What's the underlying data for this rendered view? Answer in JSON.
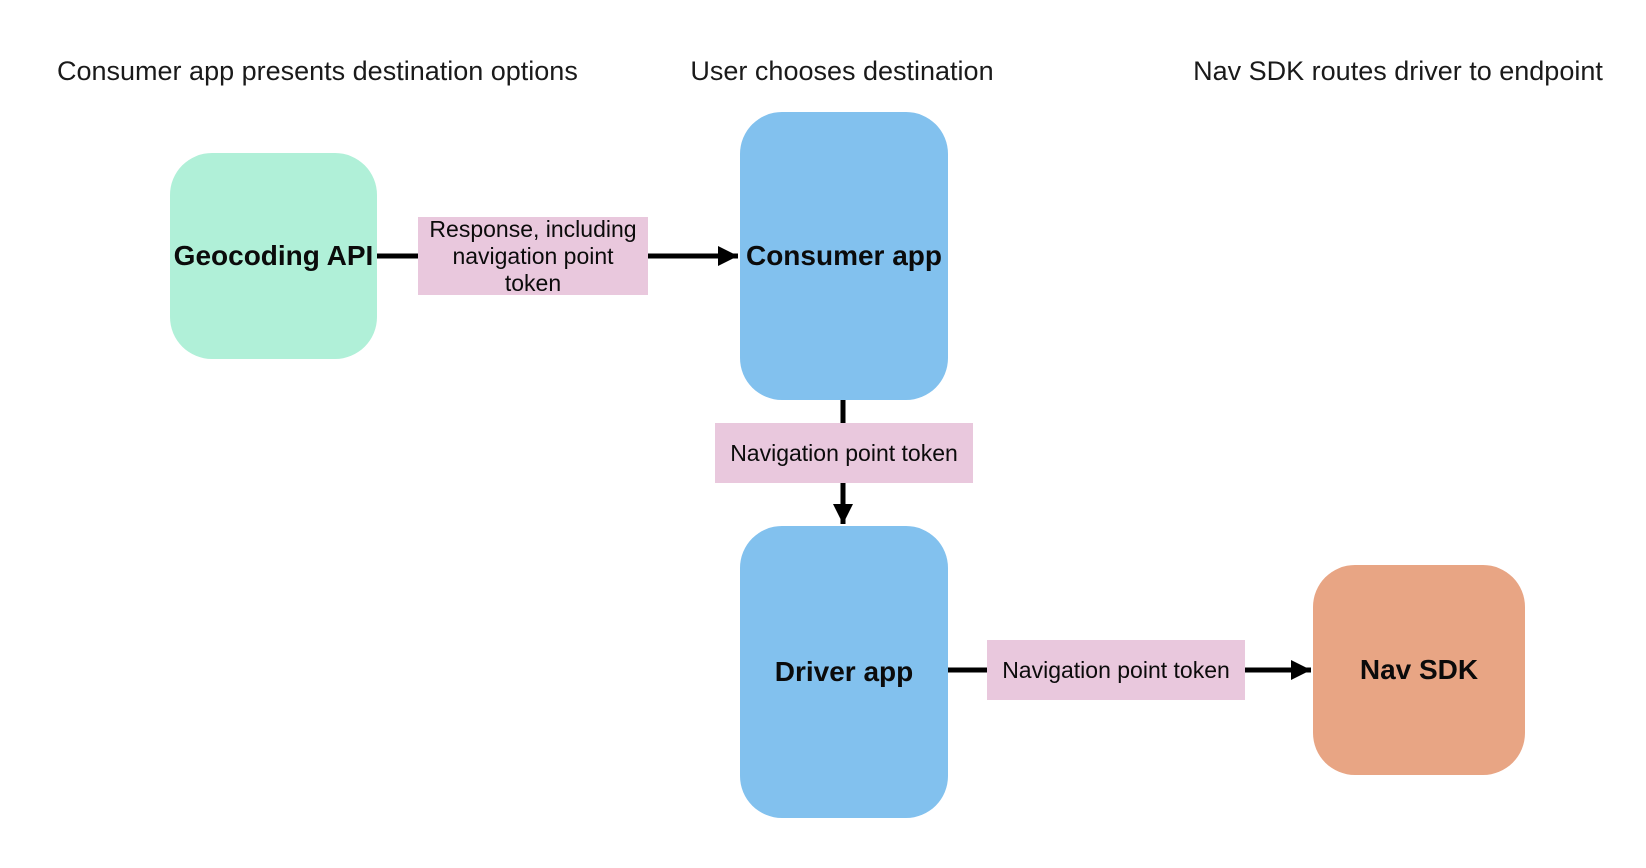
{
  "diagram": {
    "stage_titles": [
      "Consumer app presents destination options",
      "User chooses destination",
      "Nav SDK routes driver to endpoint"
    ],
    "nodes": {
      "geocoding_api": {
        "label": "Geocoding API",
        "fill": "#b0f0d8"
      },
      "consumer_app": {
        "label": "Consumer app",
        "fill": "#82c1ee"
      },
      "driver_app": {
        "label": "Driver app",
        "fill": "#82c1ee"
      },
      "nav_sdk": {
        "label": "Nav SDK",
        "fill": "#e8a584"
      }
    },
    "edges": {
      "geocoding_to_consumer": {
        "label": "Response, including navigation point token",
        "label_bg": "#e9c8dd"
      },
      "consumer_to_driver": {
        "label": "Navigation point token",
        "label_bg": "#e9c8dd"
      },
      "driver_to_navsdk": {
        "label": "Navigation point token",
        "label_bg": "#e9c8dd"
      }
    },
    "colors": {
      "background": "#ffffff",
      "arrow": "#000000",
      "text": "#111111"
    }
  }
}
